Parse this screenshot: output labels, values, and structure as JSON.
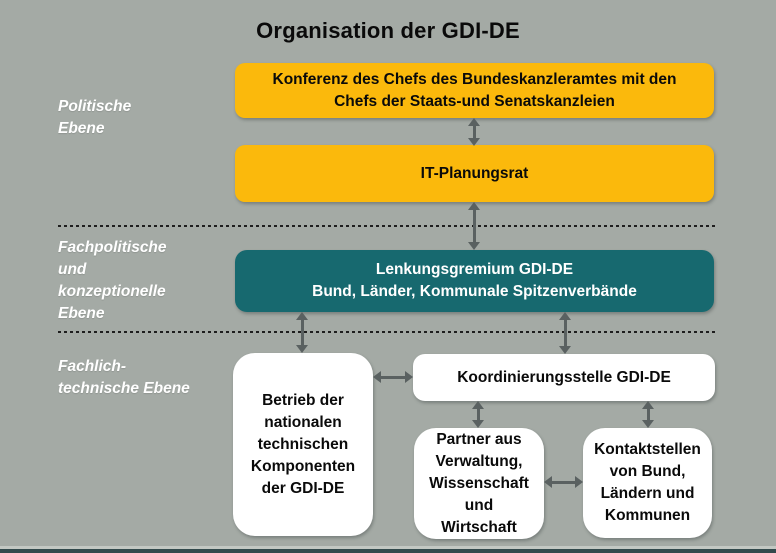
{
  "title": "Organisation der GDI-DE",
  "levels": [
    {
      "label": "Politische\nEbene"
    },
    {
      "label": "Fachpolitische\nund\nkonzeptionelle\nEbene"
    },
    {
      "label": "Fachlich-\ntechnische Ebene"
    }
  ],
  "boxes": {
    "konferenz": "Konferenz des Chefs des Bundeskanzleramtes mit den\nChefs der Staats-und Senatskanzleien",
    "it_planungsrat": "IT-Planungsrat",
    "lenkungsgremium": "Lenkungsgremium GDI-DE\nBund, Länder, Kommunale Spitzenverbände",
    "koordinierungsstelle": "Koordinierungsstelle GDI-DE",
    "betrieb": "Betrieb der\nnationalen\ntechnischen\nKomponenten\nder GDI-DE",
    "partner": "Partner aus\nVerwaltung,\nWissenschaft\nund\nWirtschaft",
    "kontaktstellen": "Kontaktstellen\nvon Bund,\nLändern und\nKommunen"
  },
  "colors": {
    "background": "#A4AAA5",
    "box_orange": "#FBB90C",
    "box_teal": "#17696F",
    "box_white": "#FFFFFF",
    "arrow": "#5A6161",
    "text_dark": "#0A0A0A",
    "text_light": "#FFFFFF",
    "bottom_bar": "#32494C",
    "bottom_line": "#C3C8C3"
  }
}
